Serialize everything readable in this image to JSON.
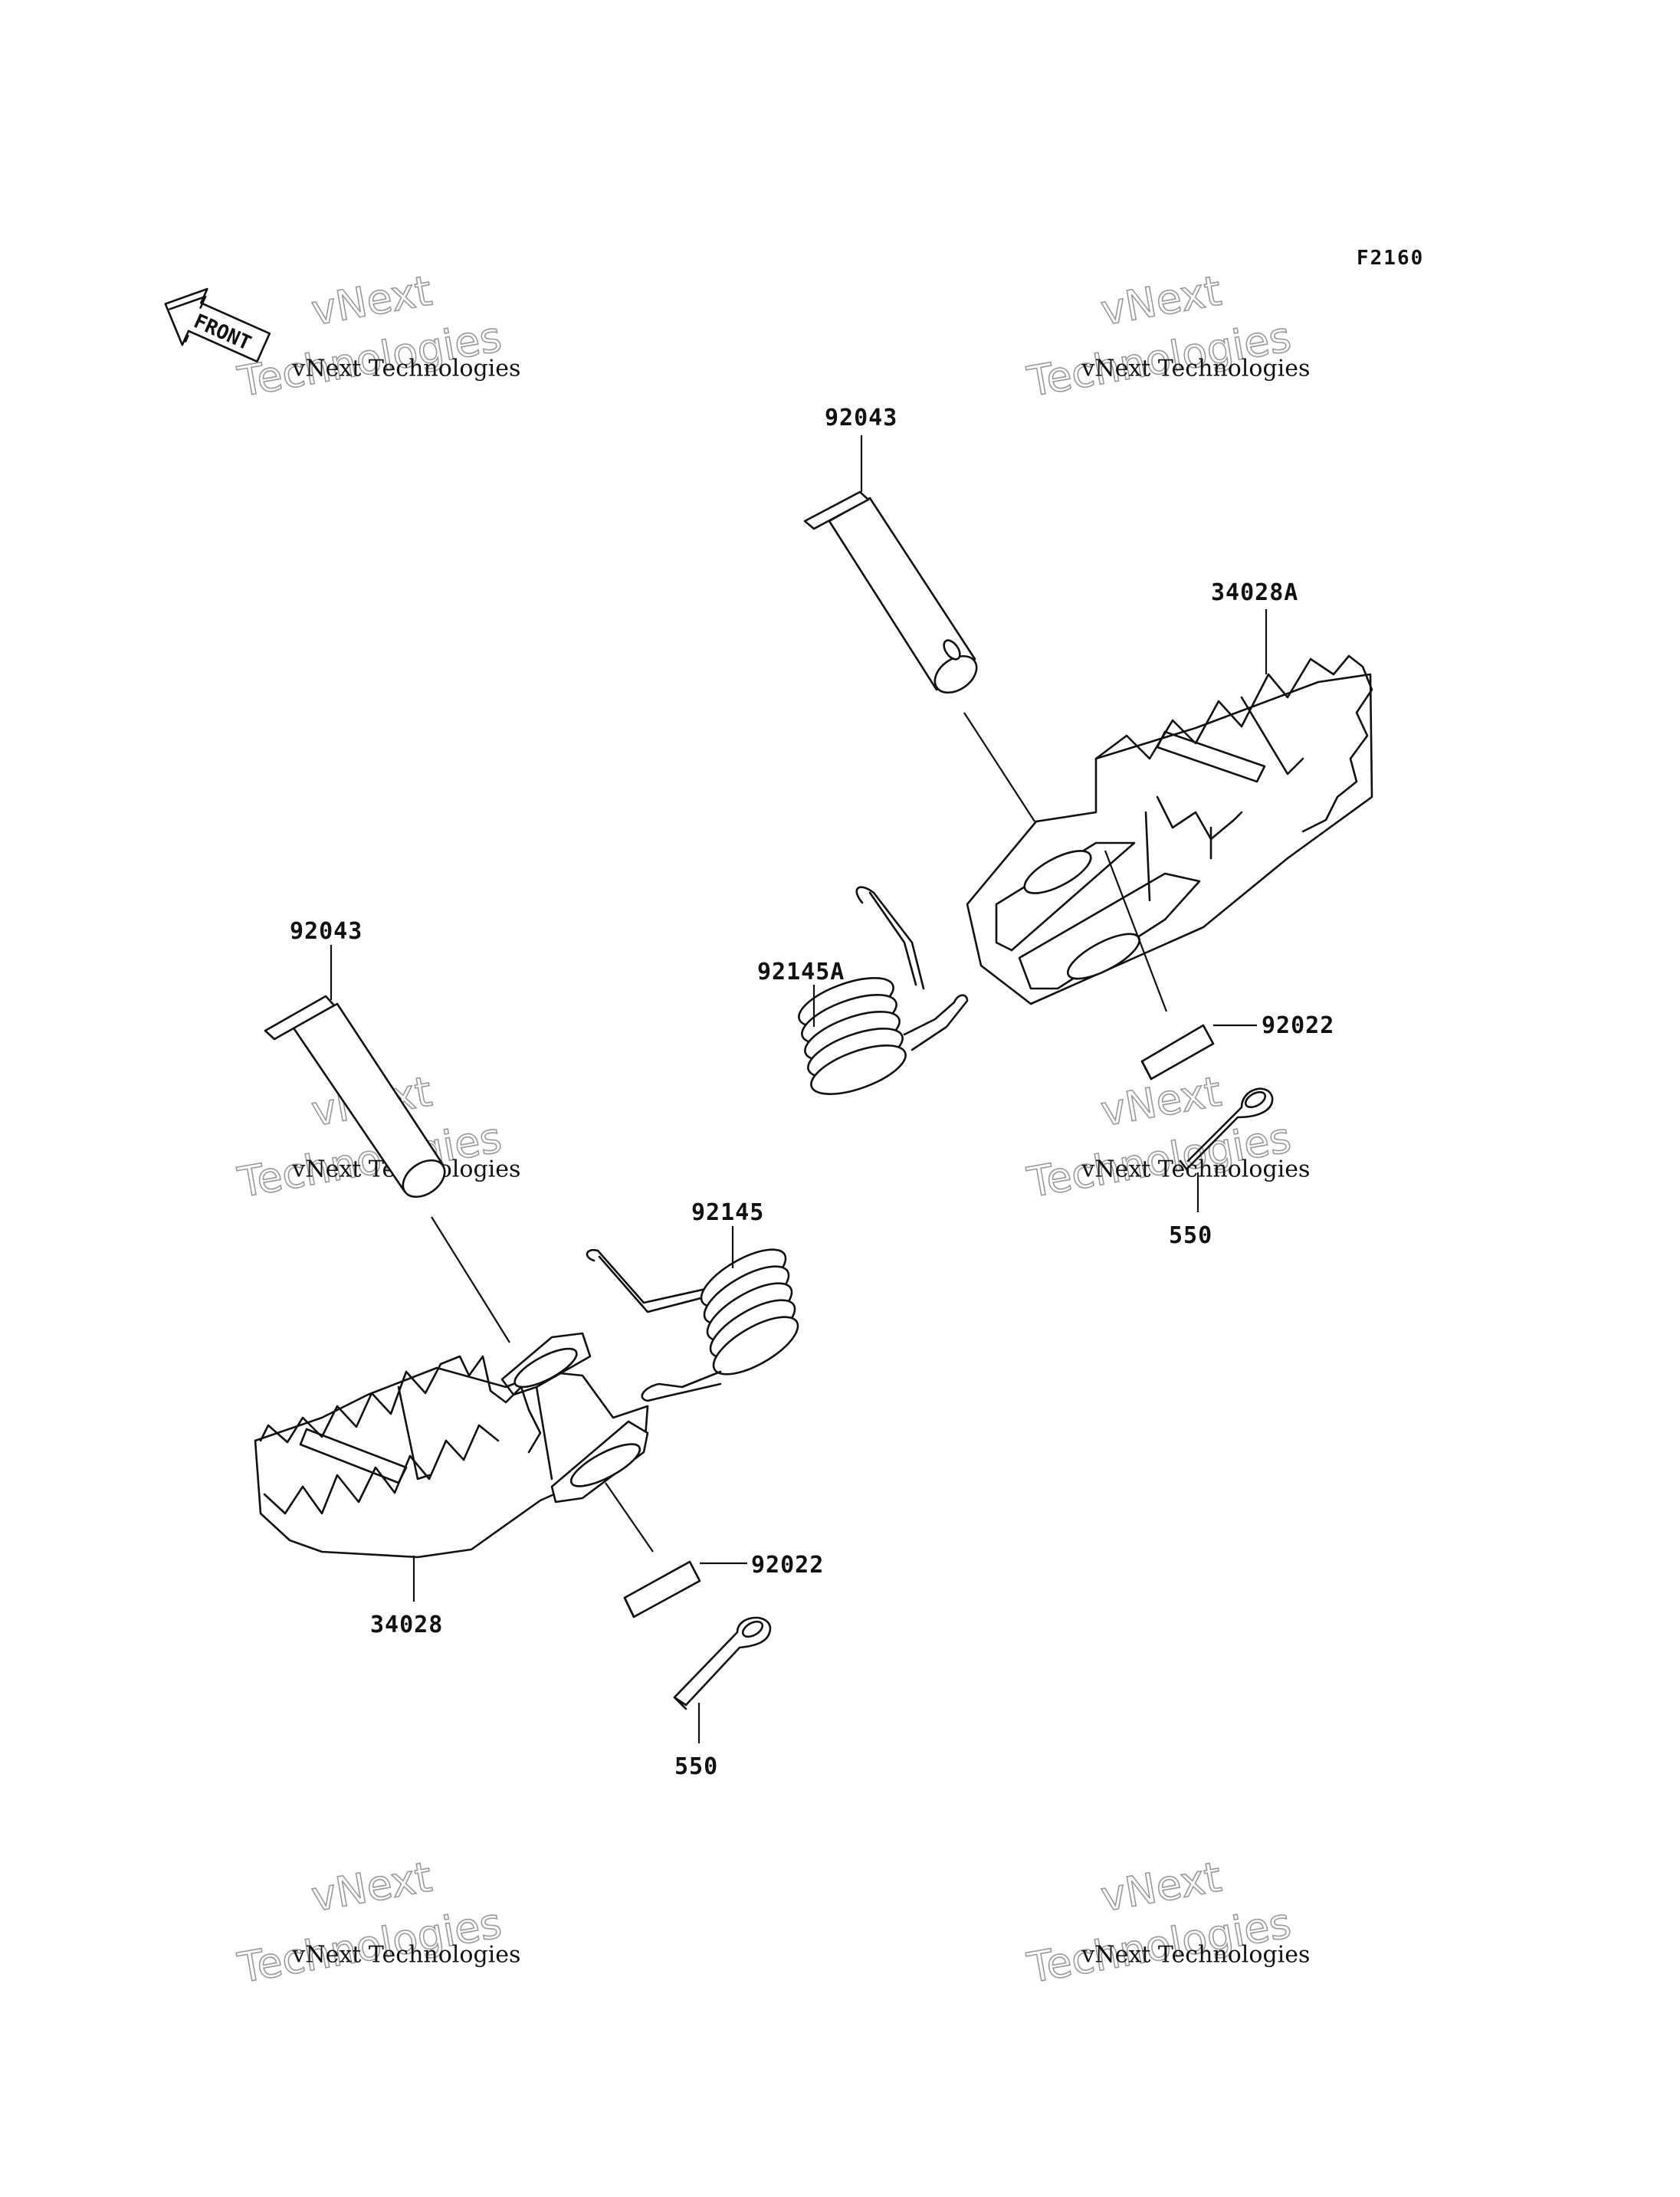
{
  "figure": {
    "code": "F2160"
  },
  "front_label": "FRONT",
  "watermark": {
    "line1": "vNext Technologies",
    "line2_a": "vNext",
    "line2_b": "Technologies"
  },
  "parts": {
    "pin_right": "92043",
    "footpeg_right": "34028A",
    "spring_right": "92145A",
    "washer_right": "92022",
    "cotter_right": "550",
    "pin_left": "92043",
    "spring_left": "92145",
    "washer_left": "92022",
    "footpeg_left": "34028",
    "cotter_left": "550"
  }
}
